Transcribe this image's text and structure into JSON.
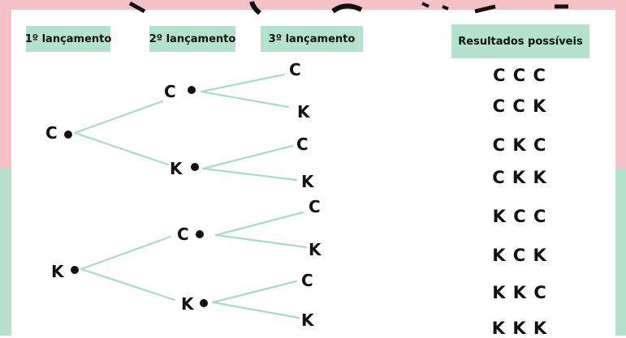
{
  "headers": {
    "first": "1º lançamento",
    "second": "2º lançamento",
    "third": "3º lançamento",
    "results": "Resultados possíveis"
  },
  "tree": {
    "level1": [
      "C",
      "K"
    ],
    "level2": [
      "C",
      "K",
      "C",
      "K"
    ],
    "level3": [
      "C",
      "K",
      "C",
      "K",
      "C",
      "K",
      "C",
      "K"
    ]
  },
  "results": [
    "C C C",
    "C C K",
    "C K C",
    "C K K",
    "K C C",
    "K C K",
    "K K C",
    "K K K"
  ],
  "colors": {
    "edge": "#a8dcc3",
    "header_bg": "#b5e2cc",
    "bg_top": "#f7c1c8",
    "bg_bottom": "#b5e2cc"
  }
}
